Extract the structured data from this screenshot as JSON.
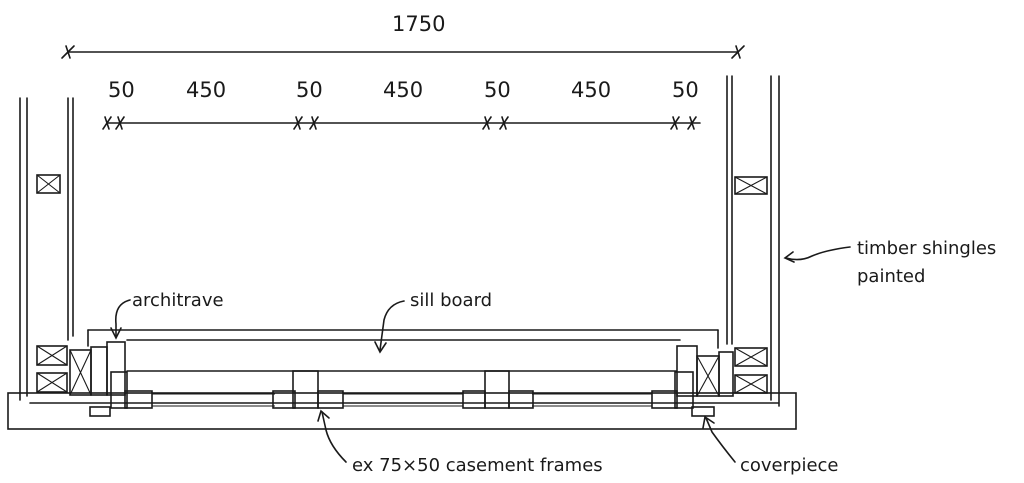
{
  "dimensions": {
    "overall": "1750",
    "segments": [
      "50",
      "450",
      "50",
      "450",
      "50",
      "450",
      "50"
    ]
  },
  "labels": {
    "timber_shingles_line1": "timber shingles",
    "timber_shingles_line2": "painted",
    "architrave": "architrave",
    "sill_board": "sill board",
    "casement_frames": "ex 75×50 casement frames",
    "coverpiece": "coverpiece"
  },
  "colors": {
    "ink": "#1a1a1a",
    "paper": "#ffffff"
  }
}
